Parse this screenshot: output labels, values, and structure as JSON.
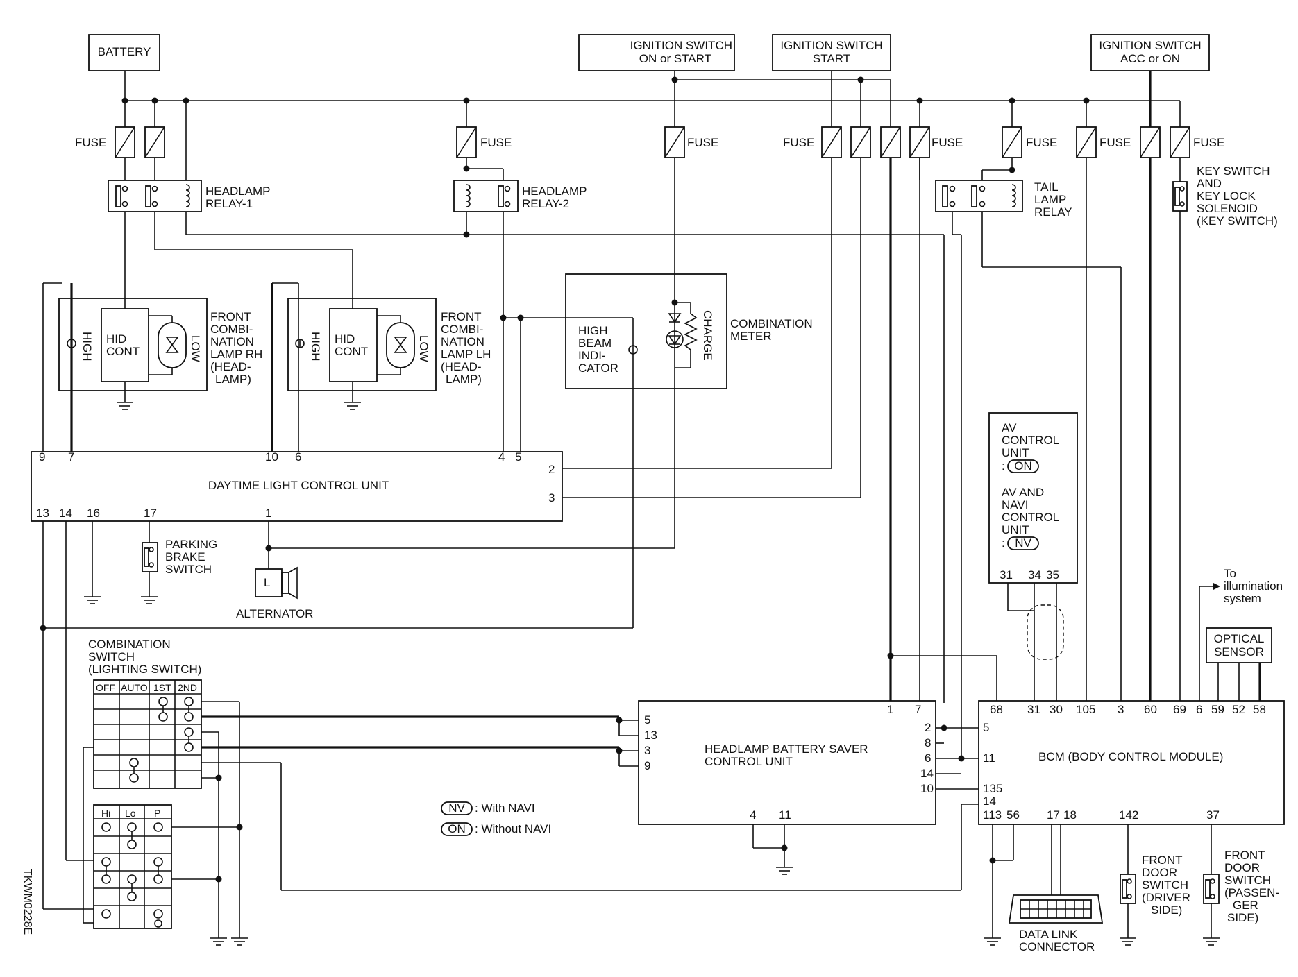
{
  "diagram": {
    "code": "TKWM0228E",
    "sources": {
      "battery": "BATTERY",
      "ign_on_start": [
        "IGNITION SWITCH",
        "ON or START"
      ],
      "ign_start": [
        "IGNITION SWITCH",
        "START"
      ],
      "ign_acc_on": [
        "IGNITION SWITCH",
        "ACC or ON"
      ]
    },
    "fuse_label": "FUSE",
    "relays": {
      "headlamp1": [
        "HEADLAMP",
        "RELAY-1"
      ],
      "headlamp2": [
        "HEADLAMP",
        "RELAY-2"
      ],
      "tail": [
        "TAIL",
        "LAMP",
        "RELAY"
      ],
      "key_switch": [
        "KEY SWITCH",
        "AND",
        "KEY LOCK",
        "SOLENOID",
        "(KEY SWITCH)"
      ]
    },
    "lamps": {
      "rh": [
        "FRONT",
        "COMBI-",
        "NATION",
        "LAMP RH",
        "(HEAD-",
        "LAMP)"
      ],
      "lh": [
        "FRONT",
        "COMBI-",
        "NATION",
        "LAMP LH",
        "(HEAD-",
        "LAMP)"
      ],
      "high": "HIGH",
      "low": "LOW",
      "hid": [
        "HID",
        "CONT"
      ]
    },
    "meter": {
      "name": [
        "COMBINATION",
        "METER"
      ],
      "indicator": [
        "HIGH",
        "BEAM",
        "INDI-",
        "CATOR"
      ],
      "charge": "CHARGE"
    },
    "dlcu": {
      "name": "DAYTIME LIGHT CONTROL UNIT",
      "pins_top": [
        "9",
        "7",
        "10",
        "6",
        "4",
        "5"
      ],
      "pins_right": [
        "2",
        "3"
      ],
      "pins_bottom": [
        "13",
        "14",
        "16",
        "17",
        "1"
      ]
    },
    "parking_brake": [
      "PARKING",
      "BRAKE",
      "SWITCH"
    ],
    "alternator": {
      "label": "ALTERNATOR",
      "terminal": "L"
    },
    "combination_switch": {
      "name": [
        "COMBINATION",
        "SWITCH",
        "(LIGHTING SWITCH)"
      ],
      "columns": [
        "OFF",
        "AUTO",
        "1ST",
        "2ND"
      ],
      "columns2": [
        "Hi",
        "Lo",
        "P"
      ]
    },
    "av_unit": {
      "lines": [
        "AV",
        "CONTROL",
        "UNIT"
      ],
      "badge_on": "ON",
      "lines2": [
        "AV AND",
        "NAVI",
        "CONTROL",
        "UNIT"
      ],
      "badge_nv": "NV",
      "pins": [
        "31",
        "34",
        "35"
      ]
    },
    "illumination": [
      "To",
      "illumination",
      "system"
    ],
    "optical_sensor": [
      "OPTICAL",
      "SENSOR"
    ],
    "hbs": {
      "name": [
        "HEADLAMP BATTERY SAVER",
        "CONTROL UNIT"
      ],
      "pins_top": [
        "1",
        "7"
      ],
      "pins_left": [
        "5",
        "13",
        "3",
        "9"
      ],
      "pins_right": [
        "2",
        "8",
        "6",
        "14",
        "10"
      ],
      "pins_bottom": [
        "4",
        "11"
      ]
    },
    "bcm": {
      "name": "BCM (BODY CONTROL MODULE)",
      "pins_top": [
        "68",
        "31",
        "30",
        "105",
        "3",
        "60",
        "69",
        "6",
        "59",
        "52",
        "58"
      ],
      "pins_left": [
        "5",
        "11",
        "135",
        "14"
      ],
      "pins_bottom": [
        "113",
        "56",
        "17",
        "18",
        "142",
        "37"
      ]
    },
    "legend": [
      {
        "badge": "NV",
        "text": ": With NAVI"
      },
      {
        "badge": "ON",
        "text": ": Without NAVI"
      }
    ],
    "door_driver": [
      "FRONT",
      "DOOR",
      "SWITCH",
      "(DRIVER",
      "SIDE)"
    ],
    "door_passenger": [
      "FRONT",
      "DOOR",
      "SWITCH",
      "(PASSEN-",
      "GER",
      "SIDE)"
    ],
    "data_link": [
      "DATA LINK",
      "CONNECTOR"
    ]
  }
}
